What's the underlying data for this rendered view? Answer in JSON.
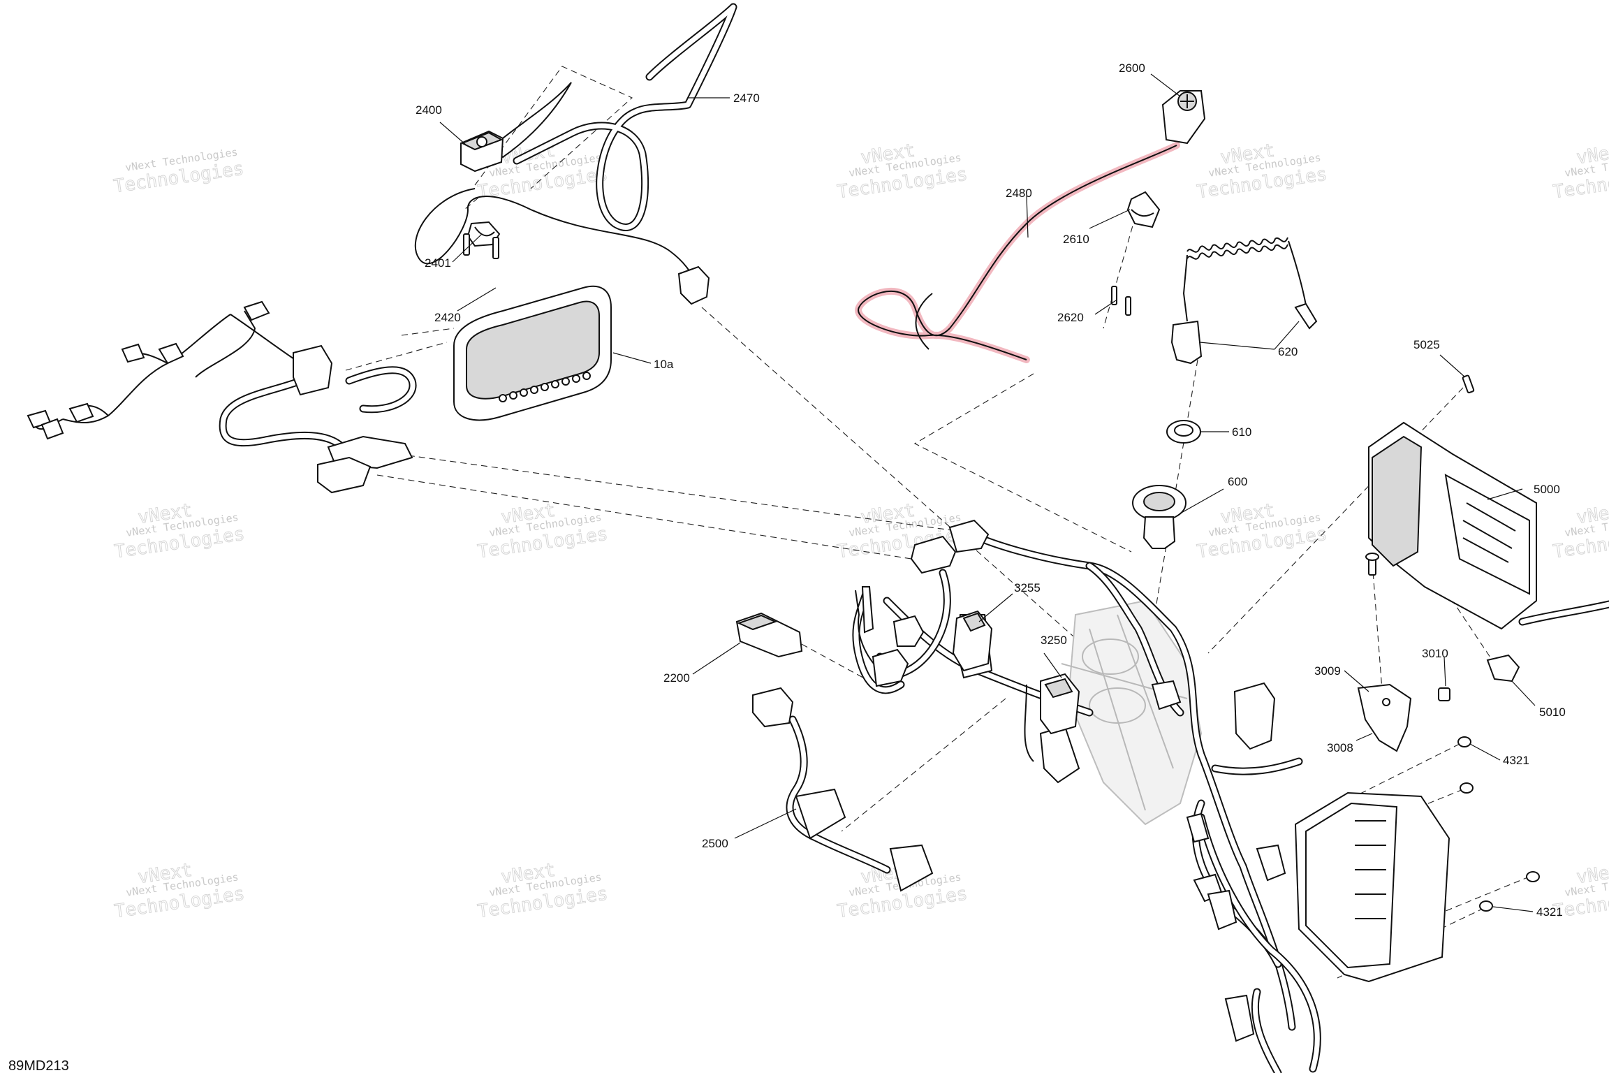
{
  "diagram": {
    "figure_code": "89MD213",
    "callouts": {
      "c2400": "2400",
      "c2401": "2401",
      "c2420": "2420",
      "c2470": "2470",
      "c10a": "10a",
      "c2600": "2600",
      "c2480": "2480",
      "c2610": "2610",
      "c2620": "2620",
      "c620": "620",
      "c5025": "5025",
      "c610": "610",
      "c600": "600",
      "c5000": "5000",
      "c3255": "3255",
      "c3250": "3250",
      "c2200": "2200",
      "c3009": "3009",
      "c3010": "3010",
      "c5010": "5010",
      "c3008": "3008",
      "c4321a": "4321",
      "c2500": "2500",
      "c4321b": "4321"
    },
    "watermark": {
      "line1": "vNext Technologies",
      "line2": "vNext",
      "line3": "Technologies"
    },
    "highlight_color": "#f2b8c0"
  }
}
